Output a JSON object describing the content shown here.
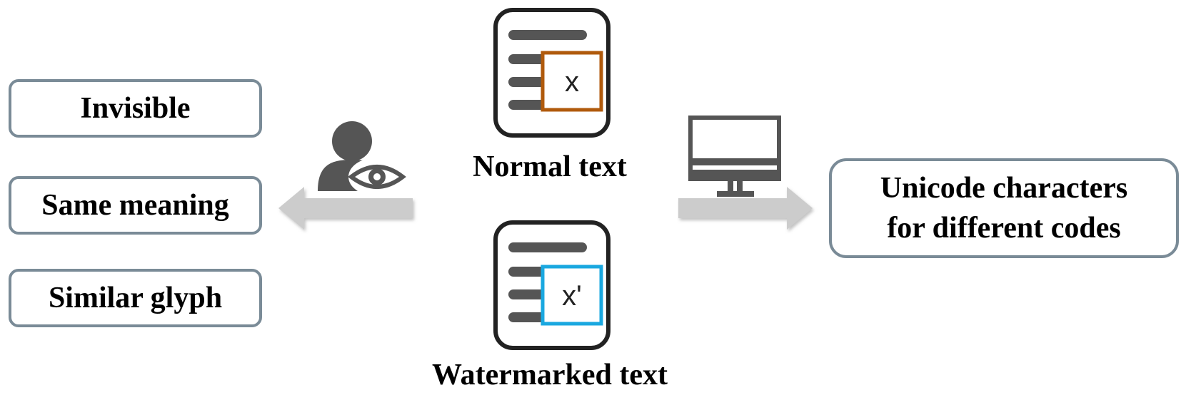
{
  "properties": {
    "invisible": "Invisible",
    "same_meaning": "Same meaning",
    "similar_glyph": "Similar glyph"
  },
  "normal_doc": {
    "char": "x",
    "label": "Normal text",
    "highlight_color": "#b05a0c"
  },
  "watermarked_doc": {
    "char": "x'",
    "label": "Watermarked text",
    "highlight_color": "#1aa8e0"
  },
  "unicode_box": {
    "line1": "Unicode characters",
    "line2": "for different codes"
  },
  "icons": {
    "human_viewer": "person-eye-icon",
    "computer": "monitor-icon"
  },
  "colors": {
    "box_border": "#7a8b97",
    "icon_dark": "#555555",
    "arrow": "#cccccc"
  }
}
